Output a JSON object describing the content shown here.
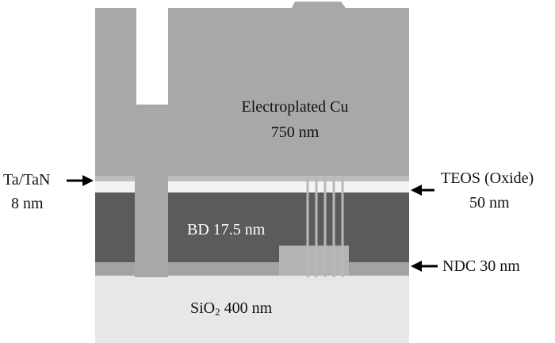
{
  "labels": {
    "cu_name": "Electroplated Cu",
    "cu_thickness": "750 nm",
    "tatan_name": "Ta/TaN",
    "tatan_thickness": "8 nm",
    "teos_name": "TEOS (Oxide)",
    "teos_thickness": "50 nm",
    "bd": "BD 17.5 nm",
    "ndc": "NDC 30 nm",
    "sio2_prefix": "SiO",
    "sio2_sub": "2",
    "sio2_suffix": " 400 nm"
  },
  "colors": {
    "copper": "#a6a6a6",
    "copper_light": "#b9b9b9",
    "teos": "#f4f4f4",
    "bd_dark": "#595959",
    "ndc": "#9c9c9c",
    "sio2": "#e7e7e7",
    "arrow": "#000000"
  }
}
